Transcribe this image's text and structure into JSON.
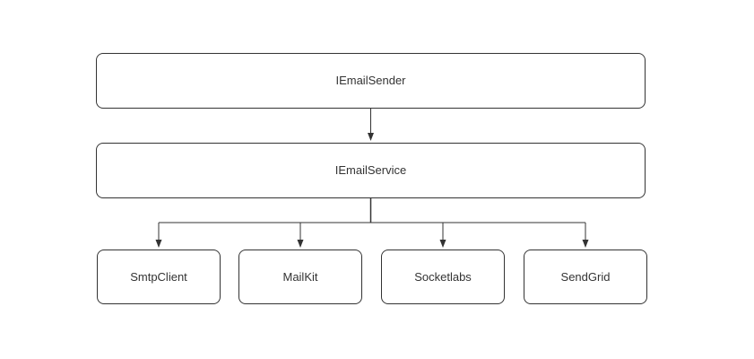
{
  "diagram": {
    "background_color": "#ffffff",
    "stroke_color": "#333333",
    "text_color": "#333333",
    "nodes": {
      "sender": {
        "label": "IEmailSender"
      },
      "service": {
        "label": "IEmailService"
      },
      "smtpclient": {
        "label": "SmtpClient"
      },
      "mailkit": {
        "label": "MailKit"
      },
      "socketlabs": {
        "label": "Socketlabs"
      },
      "sendgrid": {
        "label": "SendGrid"
      }
    },
    "edges": [
      {
        "from": "IEmailSender",
        "to": "IEmailService"
      },
      {
        "from": "IEmailService",
        "to": "SmtpClient"
      },
      {
        "from": "IEmailService",
        "to": "MailKit"
      },
      {
        "from": "IEmailService",
        "to": "Socketlabs"
      },
      {
        "from": "IEmailService",
        "to": "SendGrid"
      }
    ]
  }
}
